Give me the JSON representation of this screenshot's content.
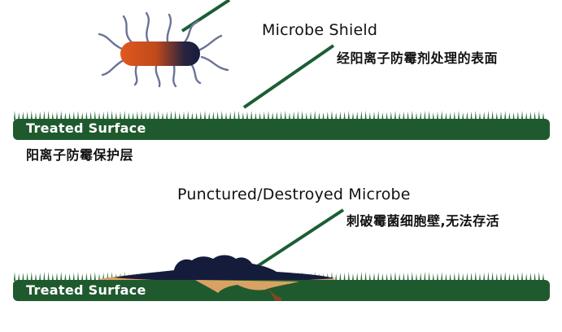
{
  "top_panel": {
    "label_en": "Microbe Shield",
    "label_zh": "经阳离子防霉剂处理的表面",
    "surface_label": "Treated Surface",
    "caption_zh": "阳离子防霉保护层"
  },
  "bottom_panel": {
    "label_en": "Punctured/Destroyed Microbe",
    "label_zh": "刺破霉菌细胞壁,无法存活",
    "surface_label": "Treated Surface"
  },
  "colors": {
    "surface_green": "#1f5a2e",
    "spike_green": "#2e6e3e",
    "leader_line": "#1b5e33",
    "microbe_orange": "#d9531e",
    "microbe_navy": "#151c3b",
    "flagella": "#6a7398",
    "debris_tan": "#d9a264",
    "debris_brown": "#7a4a24"
  }
}
